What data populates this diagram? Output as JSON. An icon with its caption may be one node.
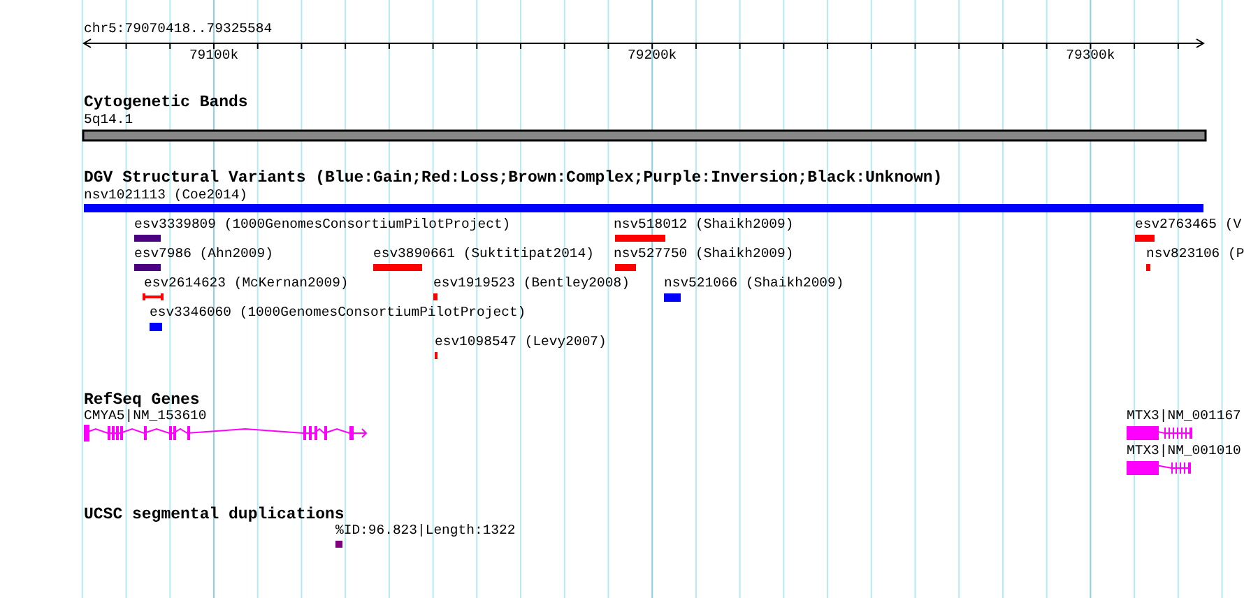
{
  "diagram": {
    "nodes": [
      {
        "text": [
          "Cytogenetic Bands"
        ]
      },
      {
        "text": [
          "5q14.1"
        ],
        "in": 0
      },
      {
        "text": [
          "DGV Structural Variants (Blue:Gain;Red:Loss;Brown:Complex;Purple:Inversion;Black:Unknown)"
        ]
      },
      {
        "text": [
          "nsv1021113 (Coe2014)"
        ],
        "in": 2
      },
      {
        "text": [
          "esv3339809 (1000GenomesConsortiumPilotProject)"
        ],
        "in": 2
      },
      {
        "text": [
          "nsv518012 (Shaikh2009)"
        ],
        "in": 2
      },
      {
        "text": [
          "esv2763465 (V"
        ],
        "in": 2
      },
      {
        "text": [
          "esv7986 (Ahn2009)"
        ],
        "in": 2
      },
      {
        "text": [
          "esv3890661 (Suktitipat2014)"
        ],
        "in": 2
      },
      {
        "text": [
          "nsv527750 (Shaikh2009)"
        ],
        "in": 2
      },
      {
        "text": [
          "nsv823106 (P"
        ],
        "in": 2
      },
      {
        "text": [
          "esv2614623 (McKernan2009)"
        ],
        "in": 2
      },
      {
        "text": [
          "esv1919523 (Bentley2008)"
        ],
        "in": 2
      },
      {
        "text": [
          "nsv521066 (Shaikh2009)"
        ],
        "in": 2
      },
      {
        "text": [
          "esv3346060 (1000GenomesConsortiumPilotProject)"
        ],
        "in": 2
      },
      {
        "text": [
          "esv1098547 (Levy2007)"
        ],
        "in": 2
      },
      {
        "text": [
          "RefSeq Genes"
        ]
      },
      {
        "text": [
          "CMYA5|NM_153610"
        ],
        "in": 16
      },
      {
        "text": [
          "MTX3|NM_001167"
        ],
        "in": 16
      },
      {
        "text": [
          "MTX3|NM_001010"
        ],
        "in": 16
      },
      {
        "text": [
          "UCSC segmental duplications"
        ]
      },
      {
        "text": [
          "%ID:96.823|Length:1322"
        ],
        "in": 20
      }
    ],
    "labels": [
      "chr5:79070418..79325584",
      "79100k",
      "79200k",
      "79300k"
    ]
  }
}
